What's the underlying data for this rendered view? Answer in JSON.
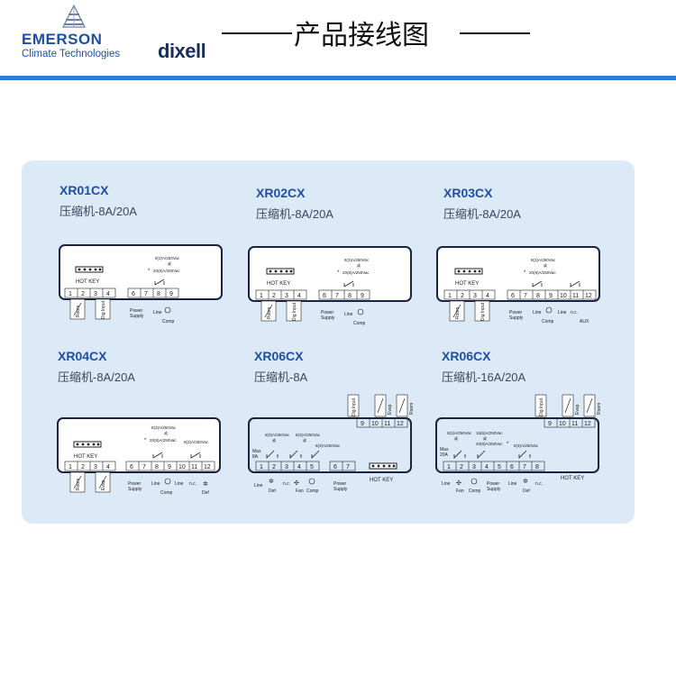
{
  "header": {
    "brand": "EMERSON",
    "brand_sub": "Climate Technologies",
    "partner": "dixell",
    "title": "产品接线图"
  },
  "colors": {
    "accent": "#2b7bd6",
    "panel": "#dbeaf6",
    "brand": "#1e4fa1"
  },
  "labels": {
    "hot_key": "HOT KEY",
    "power_supply": [
      "Power",
      "Supply"
    ],
    "line": "Line",
    "comp": "Comp",
    "def": "Def",
    "fan": "Fan",
    "aux": "AUX",
    "nc": "n.c.",
    "room": "Room",
    "dig_input": "Dig Input",
    "evap": "Evap",
    "rating_8a": "8(3)A/250Vac",
    "rating_20a": "20(8)A/250Vac",
    "rating_16a": "16(6)A/250Vac",
    "rating_5a": "5(2)A/250Vac",
    "or": "或",
    "max8": [
      "Max",
      "8A"
    ],
    "max20": [
      "Max",
      "20A"
    ]
  },
  "models": [
    {
      "name": "XR01CX",
      "spec": "压缩机-8A/20A"
    },
    {
      "name": "XR02CX",
      "spec": "压缩机-8A/20A"
    },
    {
      "name": "XR03CX",
      "spec": "压缩机-8A/20A"
    },
    {
      "name": "XR04CX",
      "spec": "压缩机-8A/20A"
    },
    {
      "name": "XR06CX",
      "spec": "压缩机-8A"
    },
    {
      "name": "XR06CX",
      "spec": "压缩机-16A/20A"
    }
  ]
}
